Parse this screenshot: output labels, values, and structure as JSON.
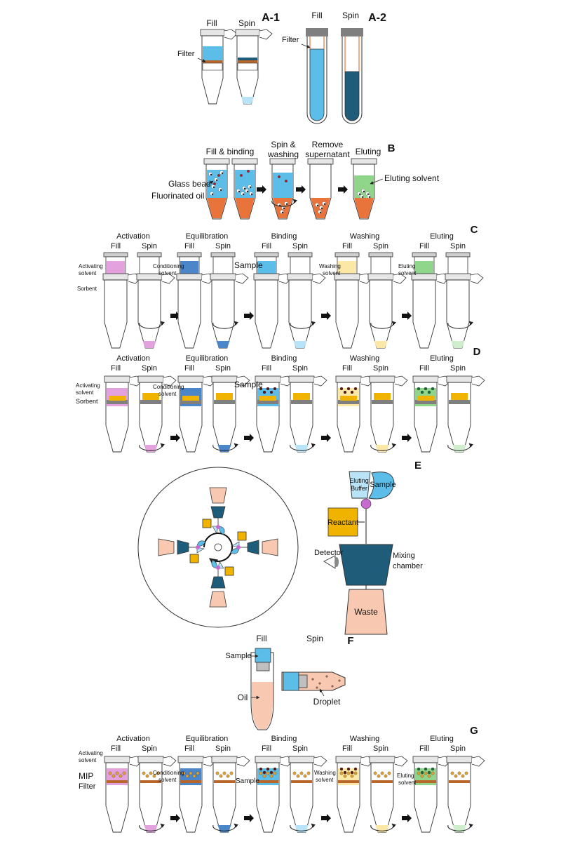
{
  "colors": {
    "blue": "#5bbde8",
    "dark_blue": "#1e5c7a",
    "light_blue": "#b9e3f6",
    "orange": "#e8743b",
    "pink": "#e3a2de",
    "mid_blue": "#4a86c8",
    "yellow": "#f0b400",
    "pale_yellow": "#fbe8a6",
    "green": "#8fd68a",
    "peach": "#f8c9b0",
    "gray": "#7f7f7f",
    "brown": "#b8662a",
    "purple": "#c86bd1"
  },
  "panels": {
    "A1": {
      "label": "A-1",
      "fill": "Fill",
      "spin": "Spin",
      "filter": "Filter"
    },
    "A2": {
      "label": "A-2",
      "fill": "Fill",
      "spin": "Spin",
      "filter": "Filter"
    },
    "B": {
      "label": "B",
      "steps": [
        "Fill & binding",
        "Spin &",
        "washing",
        "Remove",
        "supernatant",
        "Eluting"
      ],
      "glass_bead": "Glass bead",
      "fluorinated_oil": "Fluorinated oil",
      "eluting_solvent": "Eluting solvent"
    },
    "C": {
      "label": "C",
      "stages": [
        "Activation",
        "Equilibration",
        "Binding",
        "Washing",
        "Eluting"
      ],
      "fill": "Fill",
      "spin": "Spin",
      "activating_solvent": [
        "Activating",
        "solvent"
      ],
      "sorbent": "Sorbent",
      "conditioning_solvent": [
        "Conditioning",
        "solvent"
      ],
      "sample": "Sample",
      "washing_solvent": [
        "Washing",
        "solvent"
      ],
      "eluting_solvent": [
        "Eluting",
        "solvent"
      ]
    },
    "D": {
      "label": "D",
      "stages": [
        "Activation",
        "Equilibration",
        "Binding",
        "Washing",
        "Eluting"
      ],
      "fill": "Fill",
      "spin": "Spin",
      "activating_solvent": [
        "Activating",
        "solvent"
      ],
      "sorbent": "Sorbent",
      "conditioning_solvent": [
        "Conditioning",
        "solvent"
      ],
      "sample": "Sample"
    },
    "E": {
      "label": "E",
      "eluting_buffer": [
        "Eluting",
        "Buffer"
      ],
      "sample": "Sample",
      "reactant": "Reactant",
      "detector": "Detector",
      "mixing_chamber": [
        "Mixing",
        "chamber"
      ],
      "waste": "Waste"
    },
    "F": {
      "label": "F",
      "fill": "Fill",
      "spin": "Spin",
      "sample": "Sample",
      "oil": "Oil",
      "droplet": "Droplet"
    },
    "G": {
      "label": "G",
      "stages": [
        "Activation",
        "Equilibration",
        "Binding",
        "Washing",
        "Eluting"
      ],
      "fill": "Fill",
      "spin": "Spin",
      "activating_solvent": [
        "Activating",
        "solvent"
      ],
      "mip": "MIP",
      "filter": "Filter",
      "conditioning_solvent": [
        "Conditioning",
        "solvent"
      ],
      "sample": "Sample",
      "washing_solvent": [
        "Washing",
        "solvent"
      ],
      "eluting_solvent": [
        "Eluting",
        "solvent"
      ]
    }
  }
}
